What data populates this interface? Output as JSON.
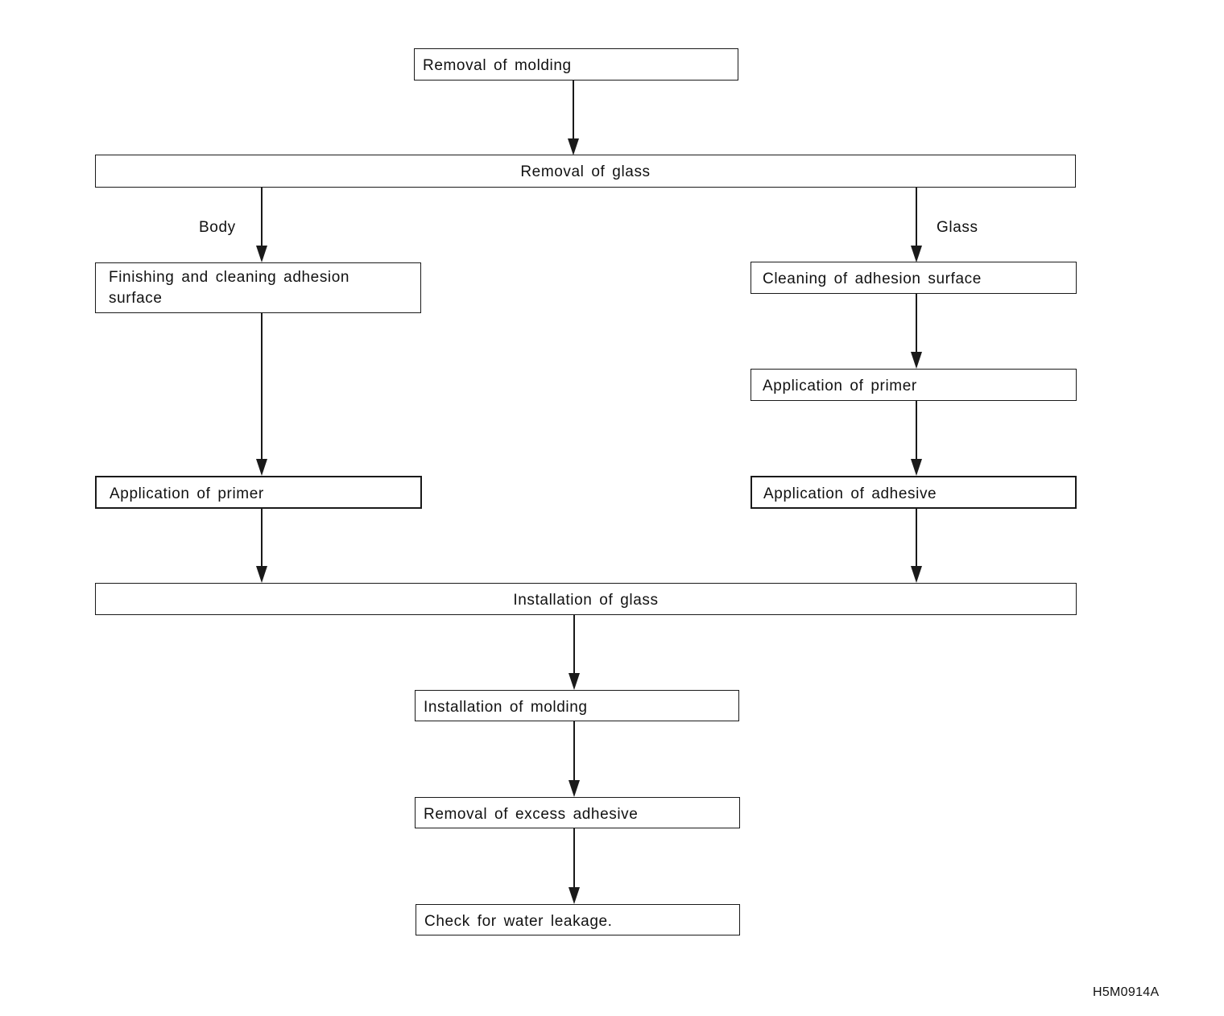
{
  "diagram": {
    "steps": {
      "removal_of_molding": "Removal of molding",
      "removal_of_glass": "Removal of glass",
      "body_finishing": "Finishing and cleaning adhesion surface",
      "body_primer": "Application of primer",
      "glass_cleaning": "Cleaning of adhesion surface",
      "glass_primer": "Application of primer",
      "glass_adhesive": "Application of adhesive",
      "installation_of_glass": "Installation of glass",
      "installation_of_molding": "Installation of molding",
      "removal_of_excess_adhesive": "Removal of excess adhesive",
      "check_water_leakage": "Check for water leakage."
    },
    "branches": {
      "body": "Body",
      "glass": "Glass"
    },
    "figure_code": "H5M0914A"
  }
}
